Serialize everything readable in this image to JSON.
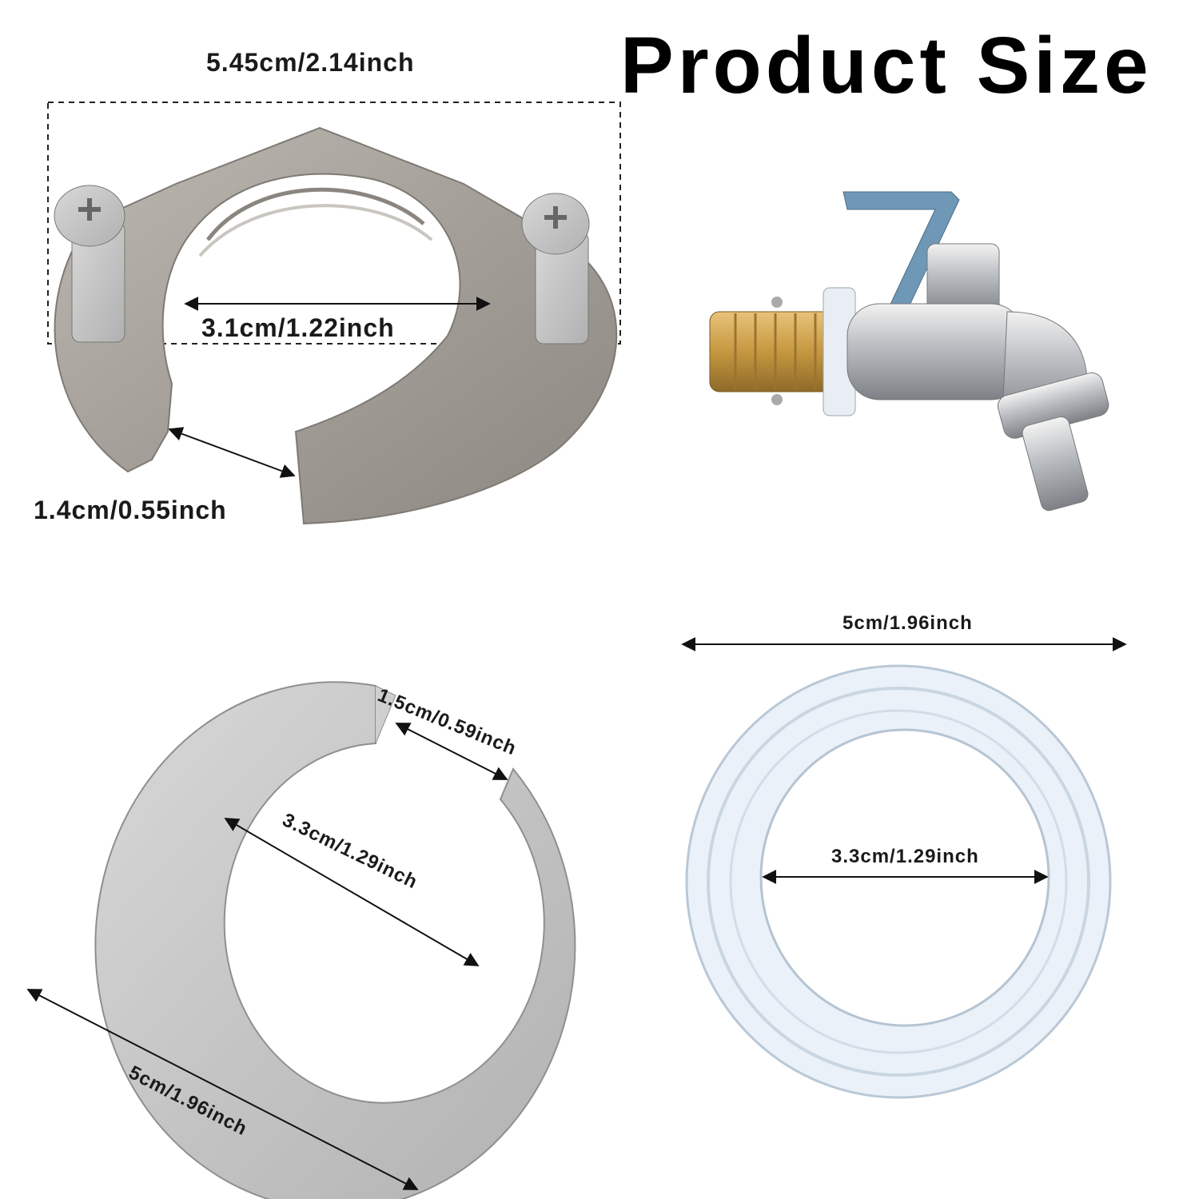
{
  "title": "Product Size",
  "colors": {
    "background": "#ffffff",
    "text": "#1a1a1a",
    "metal": "#a9a59f",
    "steel": "#c8c8c8",
    "brass": "#c99a45",
    "handle": "#6f97b6",
    "gasket": "#dfe9f2"
  },
  "items": {
    "flange": {
      "name": "flange-nut",
      "outer_width": "5.45cm/2.14inch",
      "inner_diameter": "3.1cm/1.22inch",
      "gap": "1.4cm/0.55inch"
    },
    "faucet": {
      "name": "faucet"
    },
    "metal_washer": {
      "name": "metal-washer",
      "gap": "1.5cm/0.59inch",
      "inner_diameter": "3.3cm/1.29inch",
      "outer_diameter": "5cm/1.96inch"
    },
    "rubber_gasket": {
      "name": "rubber-gasket",
      "outer_diameter": "5cm/1.96inch",
      "inner_diameter": "3.3cm/1.29inch"
    }
  }
}
